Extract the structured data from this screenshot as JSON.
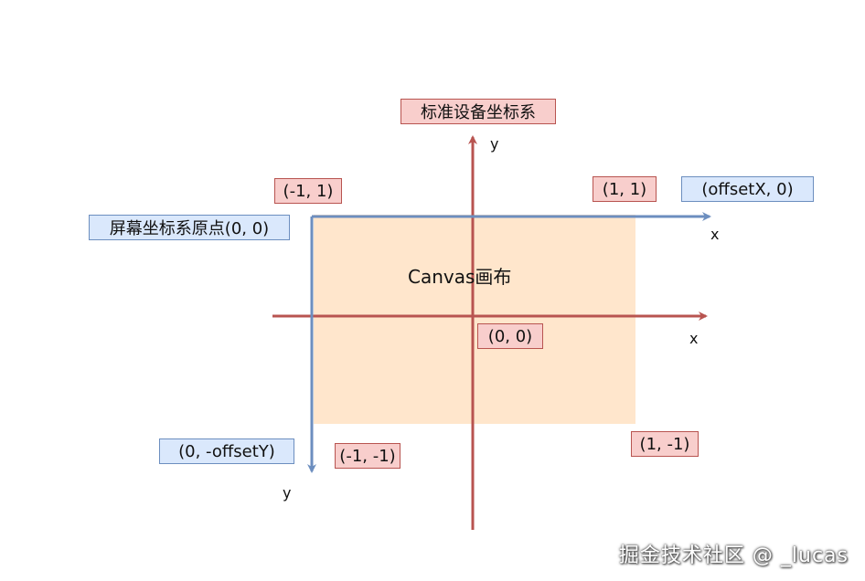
{
  "colors": {
    "canvas_fill": "#ffe6cc",
    "red_axis": "#b85450",
    "blue_axis": "#6c8ebf",
    "red_label_fill": "#f8cecc",
    "blue_label_fill": "#dae8fc"
  },
  "labels": {
    "ndc_title": "标准设备坐标系",
    "ndc_top_left": "(-1, 1)",
    "ndc_top_right": "(1, 1)",
    "ndc_origin": "(0, 0)",
    "ndc_bottom_left": "(-1, -1)",
    "ndc_bottom_right": "(1, -1)",
    "screen_origin": "屏幕坐标系原点(0, 0)",
    "screen_x_end": "(offsetX, 0)",
    "screen_y_end": "(0, -offsetY)",
    "canvas_title": "Canvas画布"
  },
  "axes": {
    "ndc_y": "y",
    "ndc_x": "x",
    "screen_x": "x",
    "screen_y": "y"
  },
  "watermark": "掘金技术社区 @ _lucas"
}
